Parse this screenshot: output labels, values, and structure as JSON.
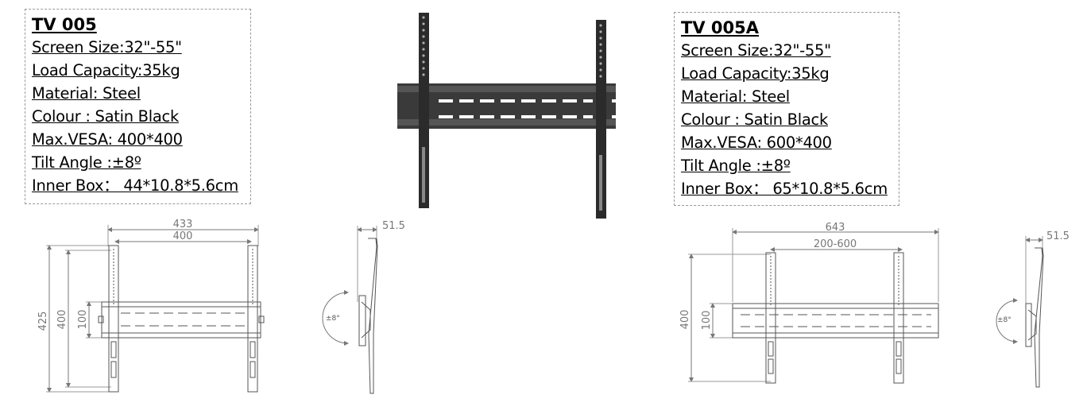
{
  "left_spec": {
    "title": "TV 005",
    "rows": [
      "Screen Size:32\"-55\"",
      "Load Capacity:35kg",
      "Material:  Steel",
      "Colour : Satin Black",
      "Max.VESA: 400*400",
      "Tilt Angle :±8º",
      "Inner Box： 44*10.8*5.6cm"
    ]
  },
  "right_spec": {
    "title": "TV 005A",
    "rows": [
      "Screen Size:32\"-55\"",
      "Load Capacity:35kg",
      "Material:  Steel",
      "Colour : Satin Black",
      "Max.VESA: 600*400",
      "Tilt Angle :±8º",
      "Inner Box： 65*10.8*5.6cm"
    ]
  },
  "drawing_left_front": {
    "width_outer": "433",
    "width_inner": "400",
    "height_outer": "425",
    "height_inner": "400",
    "rail_height": "100"
  },
  "drawing_left_side": {
    "depth": "51.5",
    "tilt": "±8°"
  },
  "drawing_right_front": {
    "width_outer": "643",
    "width_inner": "200-600",
    "height_inner": "400",
    "rail_height": "100"
  },
  "drawing_right_side": {
    "depth": "51.5",
    "tilt": "±8°"
  },
  "colors": {
    "mount_dark": "#2b2b2b",
    "dim_line": "#777777",
    "border": "#9a9a9a"
  }
}
